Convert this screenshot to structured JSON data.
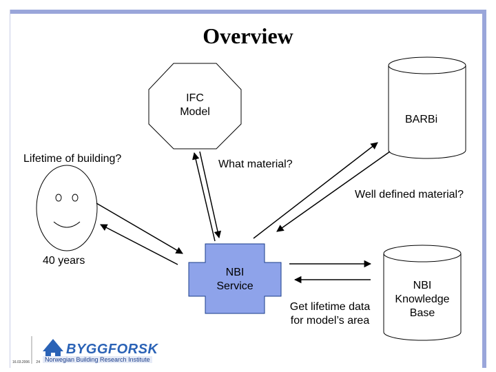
{
  "title": "Overview",
  "nodes": {
    "ifc_model": [
      "IFC",
      "Model"
    ],
    "barbi": "BARBi",
    "nbi_service": [
      "NBI",
      "Service"
    ],
    "nbi_knowledge_base": [
      "NBI",
      "Knowledge",
      "Base"
    ]
  },
  "messages": {
    "lifetime_question": "Lifetime of building?",
    "what_material": "What material?",
    "well_defined": "Well defined material?",
    "years": "40 years",
    "get_lifetime": [
      "Get lifetime data",
      "for model’s area"
    ]
  },
  "footer": {
    "logo_name": "BYGGFORSK",
    "logo_subtitle": "Norwegian Building Research Institute",
    "date": "16.03.2006",
    "page": "24"
  },
  "colors": {
    "frame": "#9aa6da",
    "nbi_service_fill": "#8ea3ea",
    "logo_blue": "#2a62b6"
  }
}
